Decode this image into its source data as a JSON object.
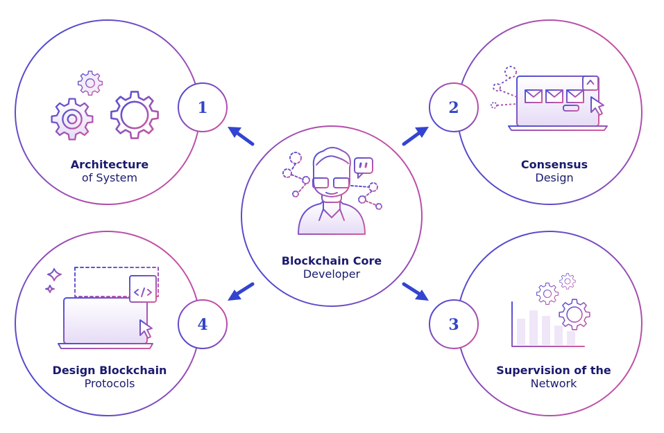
{
  "center": {
    "title": "Blockchain Core",
    "subtitle": "Developer"
  },
  "nodes": [
    {
      "number": "1",
      "title": "Architecture",
      "subtitle": "of System",
      "icon": "gears-icon"
    },
    {
      "number": "2",
      "title": "Consensus",
      "subtitle": "Design",
      "icon": "laptop-wireframe-icon"
    },
    {
      "number": "3",
      "title": "Supervision of the",
      "subtitle": "Network",
      "icon": "gears-bar-chart-icon"
    },
    {
      "number": "4",
      "title": "Design Blockchain",
      "subtitle": "Protocols",
      "icon": "laptop-code-icon"
    }
  ],
  "colors": {
    "navy": "#1b1a6e",
    "blue": "#3344c8",
    "pink": "#d5509a",
    "purple": "#8e57c8",
    "fill": "#efe7fa"
  }
}
